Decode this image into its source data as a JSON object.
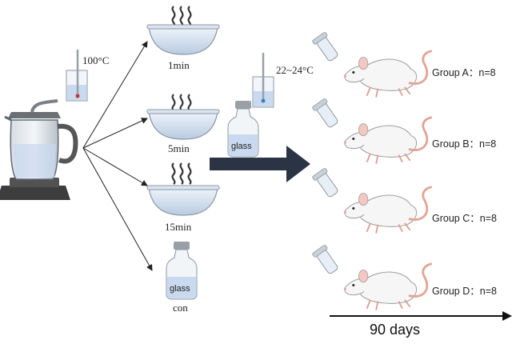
{
  "boiling": {
    "temp_label": "100°C"
  },
  "room": {
    "temp_label": "22~24°C"
  },
  "bowls": [
    {
      "label": "1min"
    },
    {
      "label": "5min"
    },
    {
      "label": "15min"
    }
  ],
  "control": {
    "label": "con",
    "bottle_text": "glass"
  },
  "storage_bottle_text": "glass",
  "groups": [
    {
      "label": "Group A：n=8"
    },
    {
      "label": "Group B：n=8"
    },
    {
      "label": "Group C：n=8"
    },
    {
      "label": "Group D：n=8"
    }
  ],
  "timeline": {
    "label": "90 days"
  },
  "colors": {
    "water": "#c9d9ef",
    "arrow": "#2b3445",
    "rat_body": "#f6f6f6",
    "tail": "#e2a596",
    "kettle_base": "#3d3d3d",
    "cap": "#9aa0a6"
  }
}
